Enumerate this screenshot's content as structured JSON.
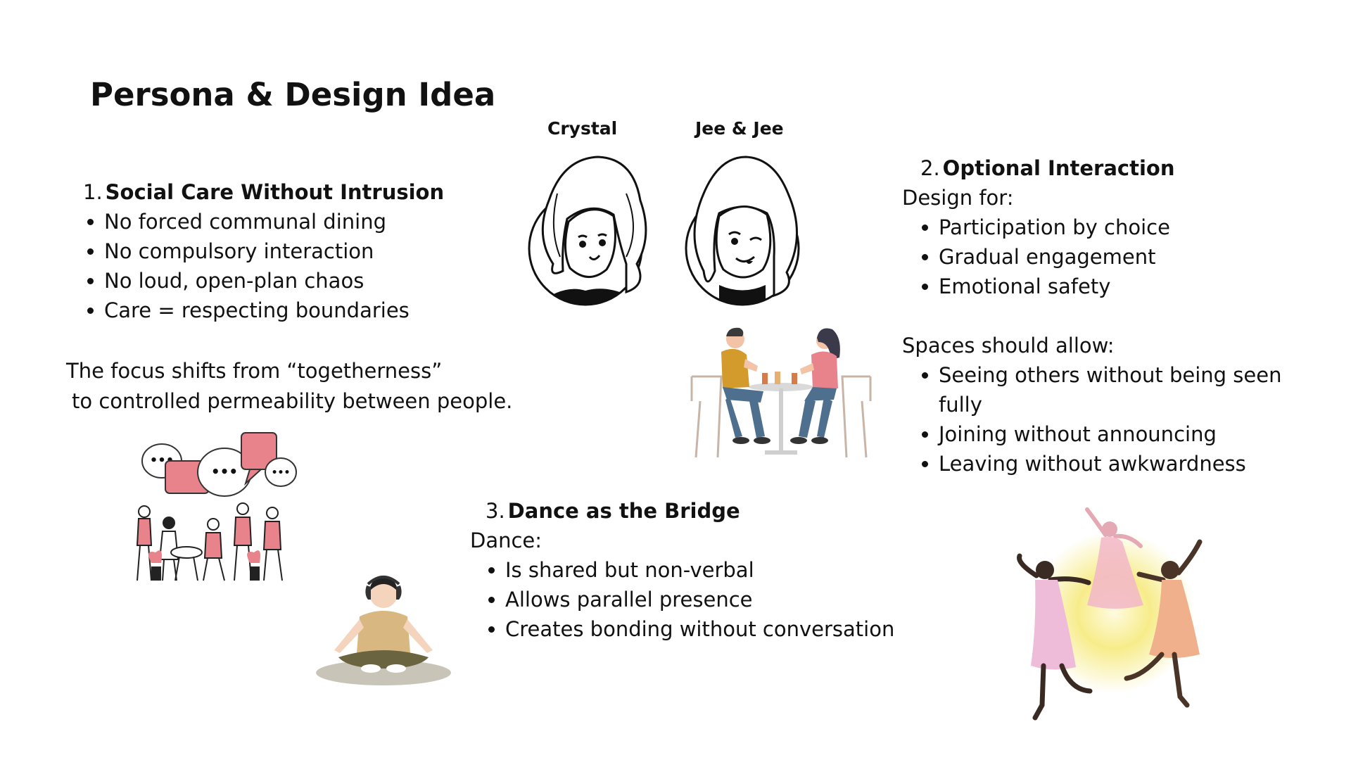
{
  "slide": {
    "title": "Persona & Design Idea",
    "personas": {
      "crystal_name": "Crystal",
      "jee_name": "Jee & Jee"
    },
    "section1": {
      "number": "1.",
      "heading": "Social Care Without Intrusion",
      "items": [
        "No forced communal dining",
        "No compulsory interaction",
        "No loud, open-plan chaos",
        "Care = respecting boundaries"
      ],
      "focus_line1": "The focus shifts from “togetherness”",
      "focus_line2": "to controlled permeability between people."
    },
    "section2": {
      "number": "2.",
      "heading": "Optional Interaction",
      "design_for": "Design for:",
      "design_items": [
        "Participation by choice",
        "Gradual engagement",
        "Emotional safety"
      ],
      "spaces_label": "Spaces should allow:",
      "spaces_items": [
        "Seeing others without being seen fully",
        "Joining without announcing",
        "Leaving without awkwardness"
      ]
    },
    "section3": {
      "number": "3.",
      "heading": "Dance as the Bridge",
      "dance_label": "Dance:",
      "items": [
        "Is shared but non-verbal",
        "Allows parallel presence",
        "Creates bonding without conversation"
      ]
    },
    "illustrations": {
      "crystal": "woman-portrait-icon",
      "jee": "winking-woman-portrait-icon",
      "cafe": "couple-at-cafe-table-illustration",
      "group": "group-conversation-illustration",
      "meditation": "meditating-person-illustration",
      "dance": "dancers-circle-illustration"
    },
    "colors": {
      "accent_pink": "#e8838b",
      "mustard": "#d39a2c",
      "denim": "#4f6f8f",
      "glow": "#f7ec8a"
    }
  }
}
